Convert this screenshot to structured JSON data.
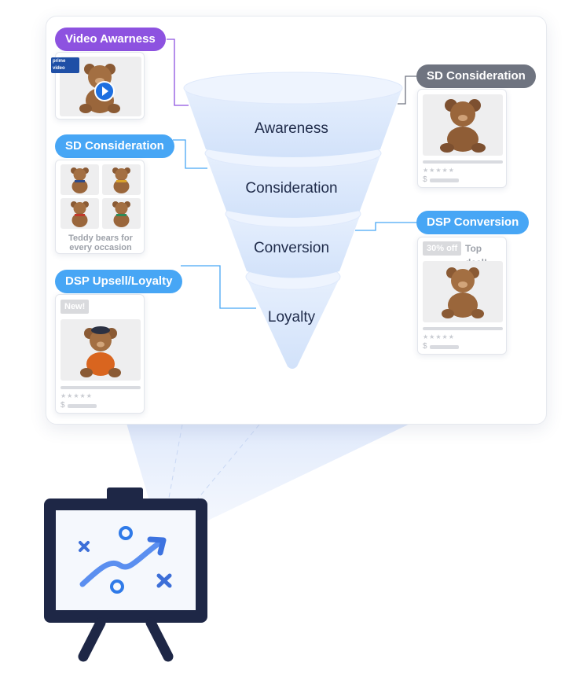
{
  "labels": {
    "video_awareness": "Video Awarness",
    "sd_consideration_left": "SD Consideration",
    "dsp_upsell": "DSP Upsell/Loyalty",
    "sd_consideration_right": "SD Consideration",
    "dsp_conversion": "DSP Conversion"
  },
  "funnel": {
    "stages": [
      "Awareness",
      "Consideration",
      "Conversion",
      "Loyalty"
    ]
  },
  "cards": {
    "video_badge": "prime video",
    "grid_caption_line1": "Teddy bears for",
    "grid_caption_line2": "every occasion",
    "new_tag": "New!",
    "discount_tag": "30% off",
    "deal_text": "Top deal!",
    "stars": "★★★★★",
    "currency": "$"
  },
  "colors": {
    "purple": "#8d52e0",
    "blue": "#47a6f5",
    "gray": "#6f7480",
    "funnel": "#dde9fb",
    "navy": "#1e2746"
  }
}
